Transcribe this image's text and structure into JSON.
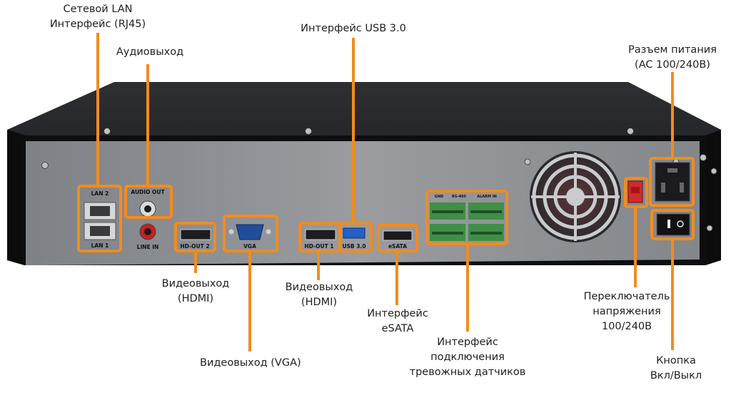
{
  "colors": {
    "callout": "#f28c1e",
    "panel": "#8c8f93",
    "chassis": "#1b1b1d"
  },
  "port_labels": {
    "lan2": "LAN 2",
    "lan1": "LAN 1",
    "audio_out": "AUDIO OUT",
    "line_in": "LINE IN",
    "hd_out2": "HD-OUT 2",
    "vga": "VGA",
    "hd_out1": "HD-OUT 1",
    "usb3": "USB 3.0",
    "esata": "eSATA",
    "gnd": "GND",
    "rs485": "RS-485",
    "alarm_in": "ALARM IN"
  },
  "callouts": {
    "lan": {
      "line1": "Сетевой LAN",
      "line2": "Интерфейс (RJ45)"
    },
    "audio_out": {
      "line1": "Аудиовыход"
    },
    "usb": {
      "line1": "Интерфейс USB 3.0"
    },
    "power_connector": {
      "line1": "Разъем питания",
      "line2": "(AC 100/240В)"
    },
    "hdmi2": {
      "line1": "Видеовыход",
      "line2": "(HDMI)"
    },
    "hdmi1": {
      "line1": "Видеовыход",
      "line2": "(HDMI)"
    },
    "esata": {
      "line1": "Интерфейс",
      "line2": "eSATA"
    },
    "vga": {
      "line1": "Видеовыход (VGA)"
    },
    "alarm": {
      "line1": "Интерфейс",
      "line2": "подключения",
      "line3": "тревожных датчиков"
    },
    "voltage_switch": {
      "line1": "Переключатель",
      "line2": "напряжения",
      "line3": "100/240В"
    },
    "power_button": {
      "line1": "Кнопка",
      "line2": "Вкл/Выкл"
    }
  }
}
